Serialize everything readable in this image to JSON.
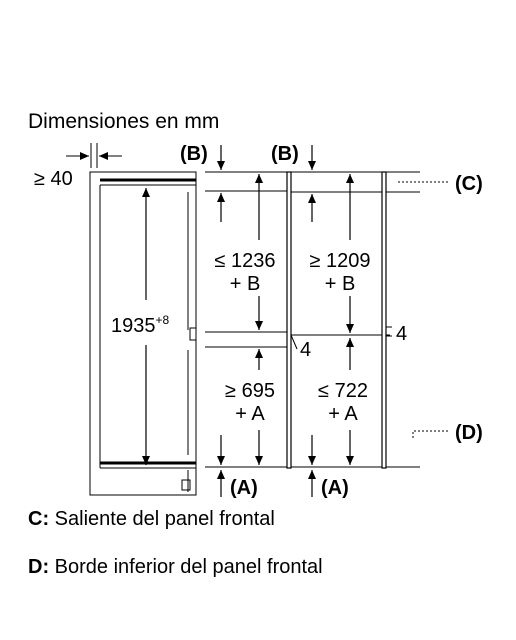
{
  "title": "Dimensiones en mm",
  "labels": {
    "gap_min": "≥ 40",
    "b_left": "(B)",
    "b_right": "(B)",
    "c_label": "(C)",
    "d_label": "(D)",
    "a_left": "(A)",
    "a_right": "(A)",
    "height_main": "1935",
    "height_tol": "+8",
    "upper_left_1": "≤ 1236",
    "upper_left_2": "+ B",
    "upper_right_1": "≥ 1209",
    "upper_right_2": "+ B",
    "lower_left_1": "≥ 695",
    "lower_left_2": "+ A",
    "lower_right_1": "≤ 722",
    "lower_right_2": "+ A",
    "gap_left": "4",
    "gap_right": "4"
  },
  "legend": {
    "c_key": "C:",
    "c_text": " Saliente del panel frontal",
    "d_key": "D:",
    "d_text": " Borde inferior del panel frontal"
  }
}
